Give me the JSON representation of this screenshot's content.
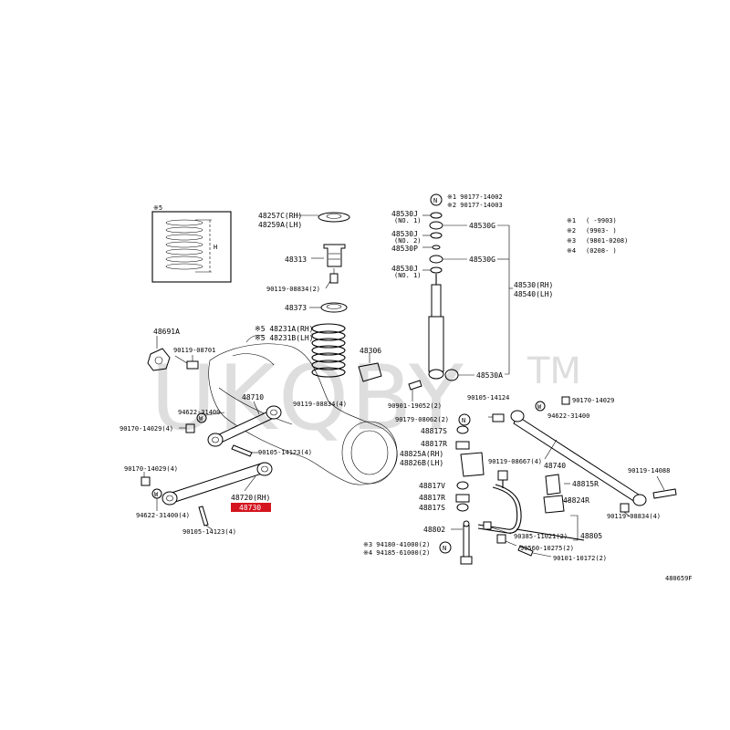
{
  "diagram_id": "480659F",
  "watermark": "UKQBY",
  "watermark_tm": "TM",
  "legend": {
    "rows": [
      {
        "mark": "※1",
        "value": "(      -9903)"
      },
      {
        "mark": "※2",
        "value": "(9903-      )"
      },
      {
        "mark": "※3",
        "value": "(9801-0208)"
      },
      {
        "mark": "※4",
        "value": "(0208-      )"
      }
    ]
  },
  "inset": {
    "mark": "※5",
    "dim": "H"
  },
  "labels": {
    "l48257": "48257C(RH)",
    "l48259": "48259A(LH)",
    "l48313": "48313",
    "l900883": "90119-08834(2)",
    "l48373": "48373",
    "l48231a": "※5 48231A(RH)",
    "l48231b": "※5 48231B(LH)",
    "l48306": "48306",
    "l48691": "48691A",
    "l901087": "90119-08701",
    "l48710": "48710",
    "l946a": "94622-31400",
    "l901704a": "90170-14029(4)",
    "l901051a": "90105-14123(4)",
    "l900883b": "90119-08834(4)",
    "l901704b": "90170-14029(4)",
    "l946b": "94622-31400(4)",
    "l48720": "48720(RH)",
    "l48730": "48730",
    "l901051b": "90105-14123(4)",
    "l9017714002": "※1 90177-14002",
    "l9017714003": "※2 90177-14003",
    "l48530j1": "48530J",
    "l48530j1n": "(NO. 1)",
    "l48530g1": "48530G",
    "l48530j2": "48530J",
    "l48530j2n": "(NO. 2)",
    "l48530p": "48530P",
    "l48530g2": "48530G",
    "l48530j3": "48530J",
    "l48530j3n": "(NO. 1)",
    "l48530rh": "48530(RH)",
    "l48540lh": "48540(LH)",
    "l48530a": "48530A",
    "l90901": "90901-19052(2)",
    "l90105a": "90105-14124",
    "l90170c": "90170-14029",
    "l90179": "90179-08062(2)",
    "l94622c": "94622-31400",
    "l48817s1": "48817S",
    "l48817r1": "48817R",
    "l48825": "48825A(RH)",
    "l48826": "48826B(LH)",
    "l90119c": "90119-08667(4)",
    "l48740": "48740",
    "l90119d": "90119-14088",
    "l48817v": "48817V",
    "l48815r": "48815R",
    "l48817r2": "48817R",
    "l48824r": "48824R",
    "l48817s2": "48817S",
    "l90119e": "90119-08834(4)",
    "l48802": "48802",
    "l90385": "90385-11021(2)",
    "l48805": "48805",
    "l94180": "※3 94180-41000(2)",
    "l94185": "※4 94185-61000(2)",
    "l90560": "90560-10275(2)",
    "l90101": "90101-10172(2)"
  },
  "symbols": {
    "n": "N",
    "w": "W"
  }
}
